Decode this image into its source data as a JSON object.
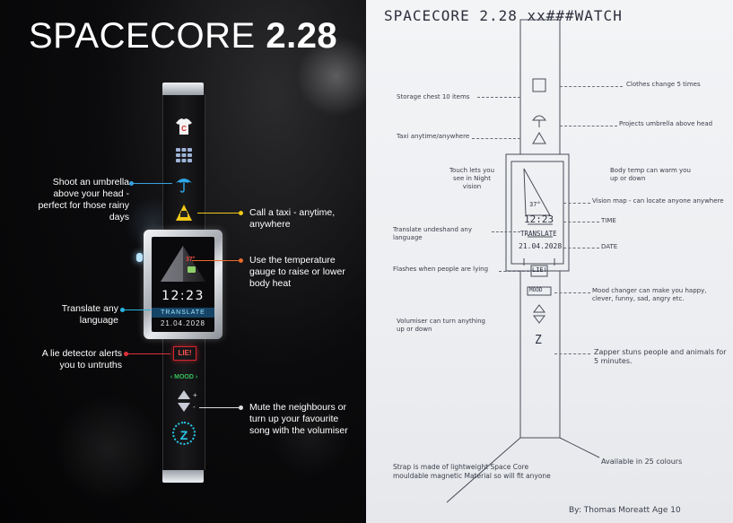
{
  "left_panel": {
    "title_light": "SPACECORE",
    "title_bold": "2.28",
    "watch": {
      "temperature": "37°",
      "time": "12:23",
      "translate_button": "TRANSLATE",
      "date": "21.04.2028",
      "lie_label": "LIE!",
      "mood_label": "MOOD",
      "zapper_letter": "Z",
      "plus": "+",
      "minus": "-"
    },
    "annotations": {
      "umbrella": "Shoot an umbrella above your head - perfect for those rainy days",
      "taxi": "Call a taxi - anytime, anywhere",
      "temperature": "Use the temperature gauge to raise or lower body heat",
      "translate": "Translate any language",
      "lie": "A lie detector alerts you to untruths",
      "volume": "Mute the neighbours or turn up your favourite song with the volumiser"
    },
    "colors": {
      "lead_white": "#dddddd",
      "lead_blue": "#3aa0e0",
      "lead_yellow": "#f2c818",
      "lead_orange": "#e86a2a",
      "lead_cyan": "#28b4e0",
      "lead_red": "#e0303a"
    }
  },
  "right_panel": {
    "title": "SPACECORE 2.28 xx###WATCH",
    "watch": {
      "temperature": "37°",
      "time": "12:23",
      "translate": "TRANSLATE",
      "date": "21.04.2028",
      "lie": "LIE!",
      "mood": "MOOD",
      "zapper": "Z"
    },
    "notes_left": {
      "storage": "Storage chest 10 items",
      "taxi": "Taxi anytime/anywhere",
      "touch": "Touch lets you see in Night vision",
      "translate": "Translate undeshand any language",
      "lie": "Flashes when people are lying",
      "volume": "Volumiser can turn anything up or down"
    },
    "notes_right": {
      "clothes": "Clothes change 5 times",
      "umbrella": "Projects umbrella above head",
      "temp": "Body temp can warm you up or down",
      "vision": "Vision map - can locate anyone anywhere",
      "time": "TIME",
      "date": "DATE",
      "mood": "Mood changer can make you happy, clever, funny, sad, angry etc.",
      "zapper": "Zapper stuns people and animals for 5 minutes.",
      "colours": "Available in 25 colours"
    },
    "notes_bottom": {
      "strap": "Strap is made of lightweight Space Core mouldable magnetic Material so will fit anyone",
      "author": "By: Thomas Moreatt Age 10"
    }
  }
}
